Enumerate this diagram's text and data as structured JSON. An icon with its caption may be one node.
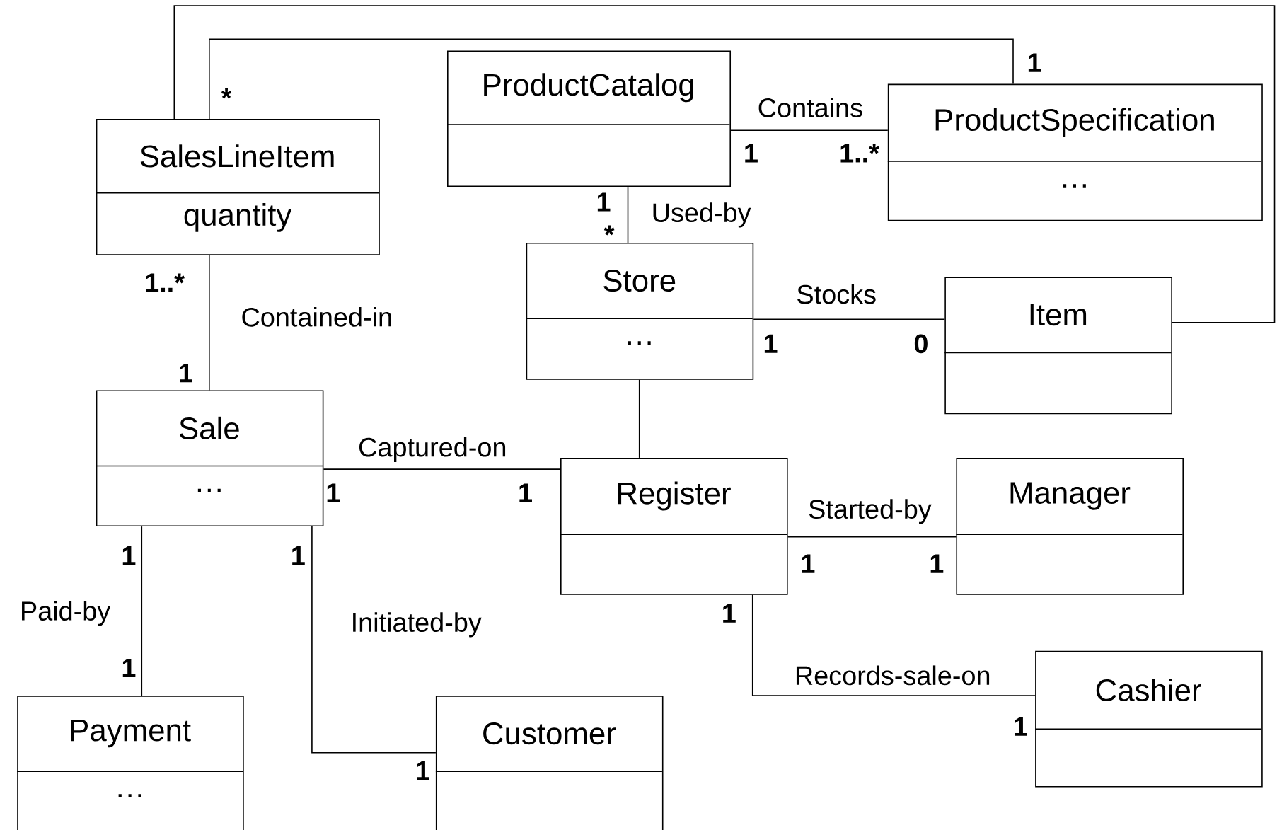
{
  "diagram": {
    "nodes": [
      {
        "text": [
          "SalesLineItem",
          "quantity"
        ]
      },
      {
        "text": [
          "ProductCatalog"
        ]
      },
      {
        "text": [
          "ProductSpecification",
          "…"
        ]
      },
      {
        "text": [
          "Store",
          "…"
        ]
      },
      {
        "text": [
          "Item"
        ]
      },
      {
        "text": [
          "Sale",
          "…"
        ]
      },
      {
        "text": [
          "Register"
        ]
      },
      {
        "text": [
          "Manager"
        ]
      },
      {
        "text": [
          "Payment",
          "…"
        ]
      },
      {
        "text": [
          "Customer"
        ]
      },
      {
        "text": [
          "Cashier"
        ]
      }
    ],
    "edges": [
      {
        "from": 0,
        "to": 5,
        "arrow": "none",
        "label": "Contained-in"
      },
      {
        "from": 1,
        "to": 2,
        "arrow": "none",
        "label": "Contains"
      },
      {
        "from": 1,
        "to": 3,
        "arrow": "none",
        "label": "Used-by"
      },
      {
        "from": 3,
        "to": 4,
        "arrow": "none",
        "label": "Stocks"
      },
      {
        "from": 3,
        "to": 6,
        "arrow": "none"
      },
      {
        "from": 5,
        "to": 6,
        "arrow": "none",
        "label": "Captured-on"
      },
      {
        "from": 6,
        "to": 7,
        "arrow": "none",
        "label": "Started-by"
      },
      {
        "from": 6,
        "to": 10,
        "arrow": "none",
        "label": "Records-sale-on"
      },
      {
        "from": 5,
        "to": 8,
        "arrow": "none",
        "label": "Paid-by"
      },
      {
        "from": 5,
        "to": 9,
        "arrow": "none",
        "label": "Initiated-by"
      },
      {
        "from": 0,
        "to": 2,
        "arrow": "none"
      },
      {
        "from": 0,
        "to": 4,
        "arrow": "none"
      }
    ],
    "labels": [
      "1",
      "*",
      "1",
      "1..*",
      "1",
      "*",
      "1..*",
      "1",
      "1",
      "0",
      "1",
      "1",
      "1",
      "1",
      "1",
      "1",
      "1",
      "1",
      "1",
      "1"
    ]
  }
}
